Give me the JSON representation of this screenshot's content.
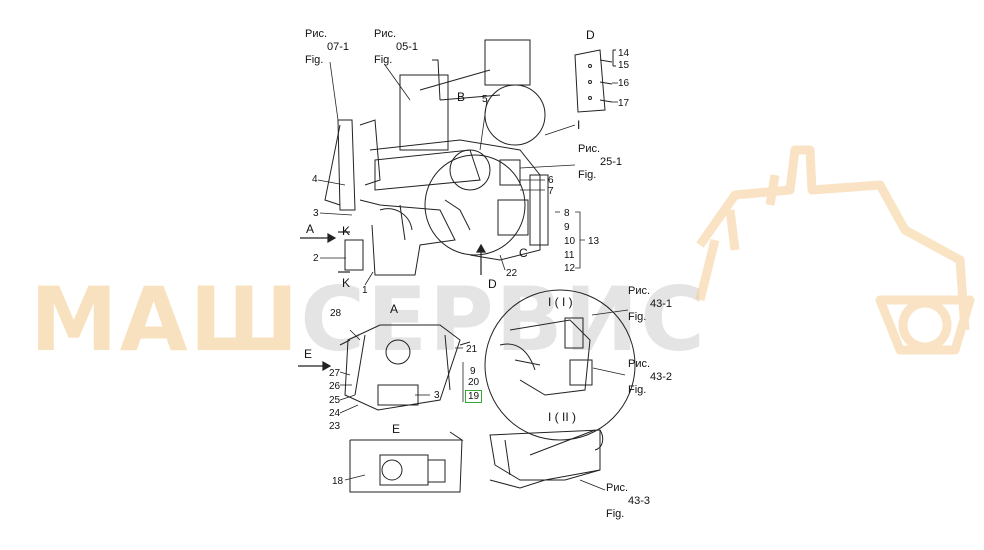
{
  "watermark": {
    "part1": "МАШ",
    "part2": "СЕРВИС",
    "color_accent": "#f4c98a",
    "color_neutral": "#cfcfcf"
  },
  "refs": {
    "r07_1": {
      "l1": "Рис.",
      "l2": "07-1",
      "l3": "Fig."
    },
    "r05_1": {
      "l1": "Рис.",
      "l2": "05-1",
      "l3": "Fig."
    },
    "r25_1": {
      "l1": "Рис.",
      "l2": "25-1",
      "l3": "Fig."
    },
    "r43_1": {
      "l1": "Рис.",
      "l2": "43-1",
      "l3": "Fig."
    },
    "r43_2": {
      "l1": "Рис.",
      "l2": "43-2",
      "l3": "Fig."
    },
    "r43_3": {
      "l1": "Рис.",
      "l2": "43-3",
      "l3": "Fig."
    }
  },
  "views": {
    "B": "B",
    "C": "C",
    "D": "D",
    "D_top": "D",
    "I": "I",
    "K1": "K",
    "K2": "K",
    "A_arrow": "A",
    "A_view": "A",
    "E_arrow": "E",
    "E_view": "E",
    "I_I": "I ( I )",
    "I_II": "I ( II )"
  },
  "callouts": {
    "n1": "1",
    "n2": "2",
    "n3": "3",
    "n3b": "3",
    "n4": "4",
    "n5": "5",
    "n6": "6",
    "n7": "7",
    "n8": "8",
    "n9": "9",
    "n9b": "9",
    "n10": "10",
    "n11": "11",
    "n12": "12",
    "n13": "13",
    "n14": "14",
    "n15": "15",
    "n16": "16",
    "n17": "17",
    "n18": "18",
    "n19": "19",
    "n20": "20",
    "n21": "21",
    "n22": "22",
    "n23": "23",
    "n24": "24",
    "n25": "25",
    "n26": "26",
    "n27": "27",
    "n28": "28"
  }
}
